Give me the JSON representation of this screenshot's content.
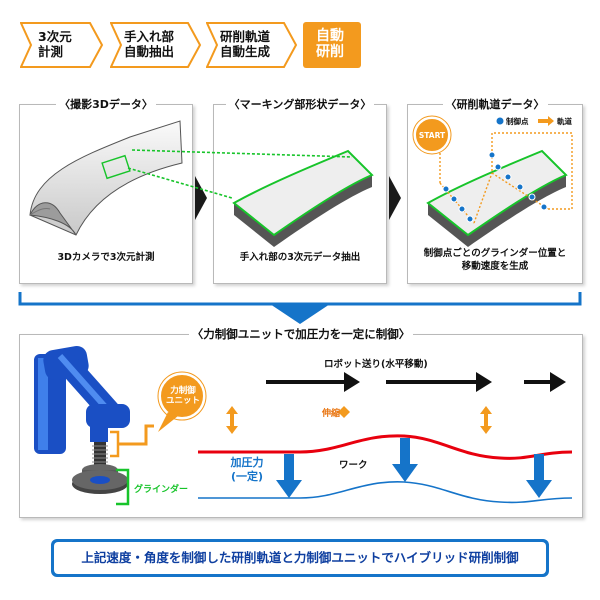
{
  "steps": [
    {
      "label": "3次元\n計測"
    },
    {
      "label": "手入れ部\n自動抽出"
    },
    {
      "label": "研削軌道\n自動生成"
    },
    {
      "label": "自動\n研削"
    }
  ],
  "panels": [
    {
      "title": "〈撮影3Dデータ〉",
      "caption": "3Dカメラで3次元計測"
    },
    {
      "title": "〈マーキング部形状データ〉",
      "caption": "手入れ部の3次元データ抽出"
    },
    {
      "title": "〈研削軌道データ〉",
      "caption": "制御点ごとのグラインダー位置と\n移動速度を生成",
      "start_label": "START",
      "legend_point": "制御点",
      "legend_track": "軌道"
    }
  ],
  "control": {
    "title": "〈力制御ユニットで加圧力を一定に制御〉",
    "robot_feed": "ロボット送り(水平移動)",
    "force_unit": "力制御\nユニット",
    "stroke": "伸縮",
    "work": "ワーク",
    "pressure": "加圧力\n(一定)",
    "grinder": "グラインダー"
  },
  "banner": "上記速度・角度を制御した研削軌道と力制御ユニットでハイブリッド研削制御",
  "colors": {
    "blue": "#1574c9",
    "orange": "#f39a1e",
    "green": "#17c42a",
    "red": "#e8000e",
    "active": "#f39a1e"
  }
}
